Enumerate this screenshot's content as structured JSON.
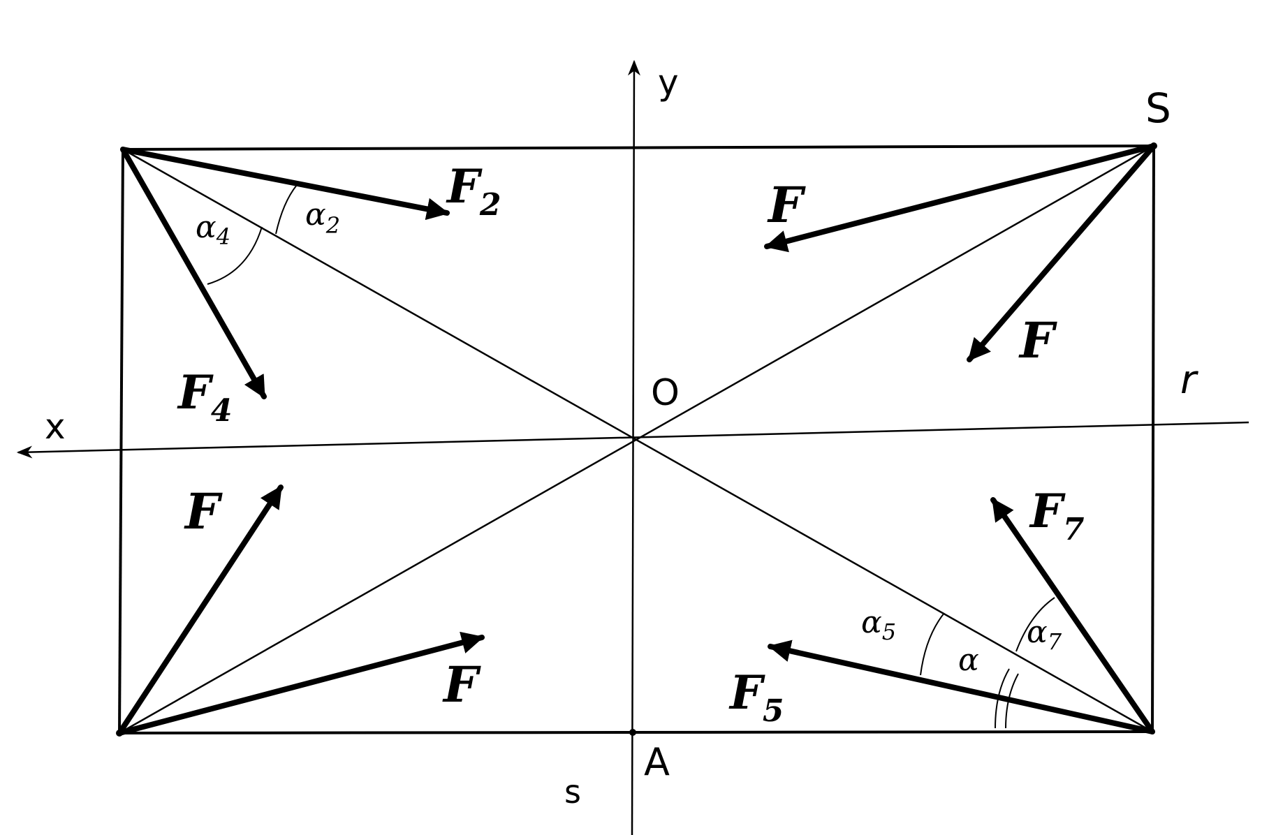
{
  "labels": {
    "y_axis": "y",
    "x_axis": "x",
    "origin": "O",
    "corner_top_right": "S",
    "r_label": "r",
    "point_a": "A",
    "s_label": "s"
  },
  "forces": {
    "f2": {
      "main": "F",
      "sub": "2"
    },
    "f4": {
      "main": "F",
      "sub": "4"
    },
    "f5": {
      "main": "F",
      "sub": "5"
    },
    "f7": {
      "main": "F",
      "sub": "7"
    },
    "f_top_right_upper": {
      "main": "F",
      "sub": ""
    },
    "f_top_right_lower": {
      "main": "F",
      "sub": ""
    },
    "f_bottom_left_upper": {
      "main": "F",
      "sub": ""
    },
    "f_bottom_left_lower": {
      "main": "F",
      "sub": ""
    }
  },
  "angles": {
    "a2": {
      "main": "α",
      "sub": "2"
    },
    "a4": {
      "main": "α",
      "sub": "4"
    },
    "a5": {
      "main": "α",
      "sub": "5"
    },
    "a7": {
      "main": "α",
      "sub": "7"
    },
    "a": {
      "main": "α",
      "sub": ""
    }
  },
  "colors": {
    "ink": "#000000",
    "paper": "#ffffff"
  }
}
